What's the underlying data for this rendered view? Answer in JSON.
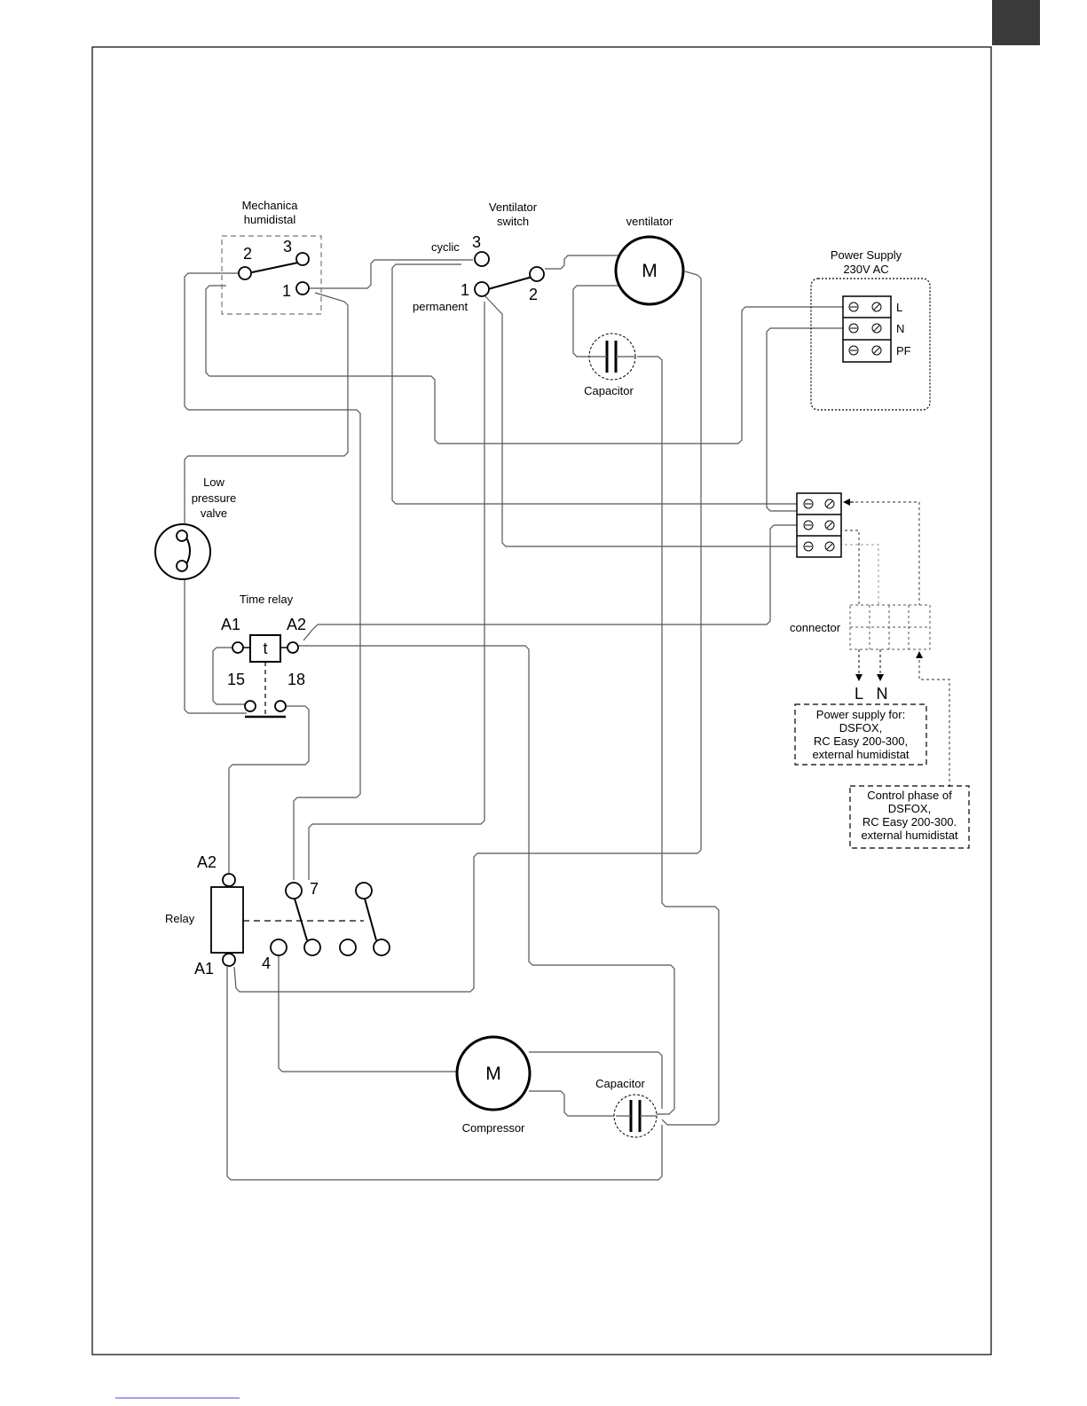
{
  "components": {
    "humidistat_title_line1": "Mechanica",
    "humidistat_title_line2": "humidistal",
    "hum_t2": "2",
    "hum_t3": "3",
    "hum_t1": "1",
    "vswitch_title_line1": "Ventilator",
    "vswitch_title_line2": "switch",
    "vs_cyclic": "cyclic",
    "vs_t3": "3",
    "vs_t1": "1",
    "vs_t2": "2",
    "vs_permanent": "permanent",
    "ventilator_title": "ventilator",
    "motor_symbol": "M",
    "capacitor_label": "Capacitor",
    "power_supply_line1": "Power Supply",
    "power_supply_line2": "230V AC",
    "ps_L": "L",
    "ps_N": "N",
    "ps_PE": "PF",
    "lpv_line1": "Low",
    "lpv_line2": "pressure",
    "lpv_line3": "valve",
    "time_relay_title": "Time relay",
    "tr_A1": "A1",
    "tr_A2": "A2",
    "tr_t": "t",
    "tr_15": "15",
    "tr_18": "18",
    "connector_label": "connector",
    "conn_L": "L",
    "conn_N": "N",
    "psfor_line1": "Power supply for:",
    "psfor_line2": "DSFOX,",
    "psfor_line3": "RC Easy 200-300,",
    "psfor_line4": "external humidistat",
    "cp_line1": "Control phase of",
    "cp_line2": "DSFOX,",
    "cp_line3": "RC Easy 200-300.",
    "cp_line4": "external humidistat",
    "relay_label": "Relay",
    "relay_A2": "A2",
    "relay_A1": "A1",
    "relay_7": "7",
    "relay_4": "4",
    "compressor_label": "Compressor",
    "compressor_symbol": "M",
    "capacitor2_label": "Capacitor"
  }
}
